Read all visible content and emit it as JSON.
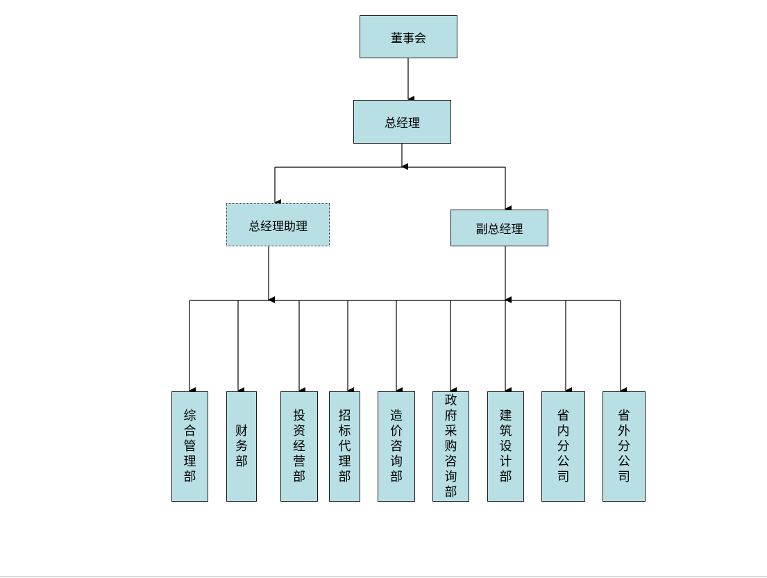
{
  "org_chart": {
    "board": "董事会",
    "general_manager": "总经理",
    "gm_assistant": "总经理助理",
    "deputy_gm": "副总经理",
    "departments": [
      "综合管理部",
      "财务部",
      "投资经营部",
      "招标代理部",
      "造价咨询部",
      "政府采购咨询部",
      "建筑设计部",
      "省内分公司",
      "省外分公司"
    ]
  },
  "colors": {
    "box_fill": "#b8e0e4",
    "line": "#000000"
  }
}
